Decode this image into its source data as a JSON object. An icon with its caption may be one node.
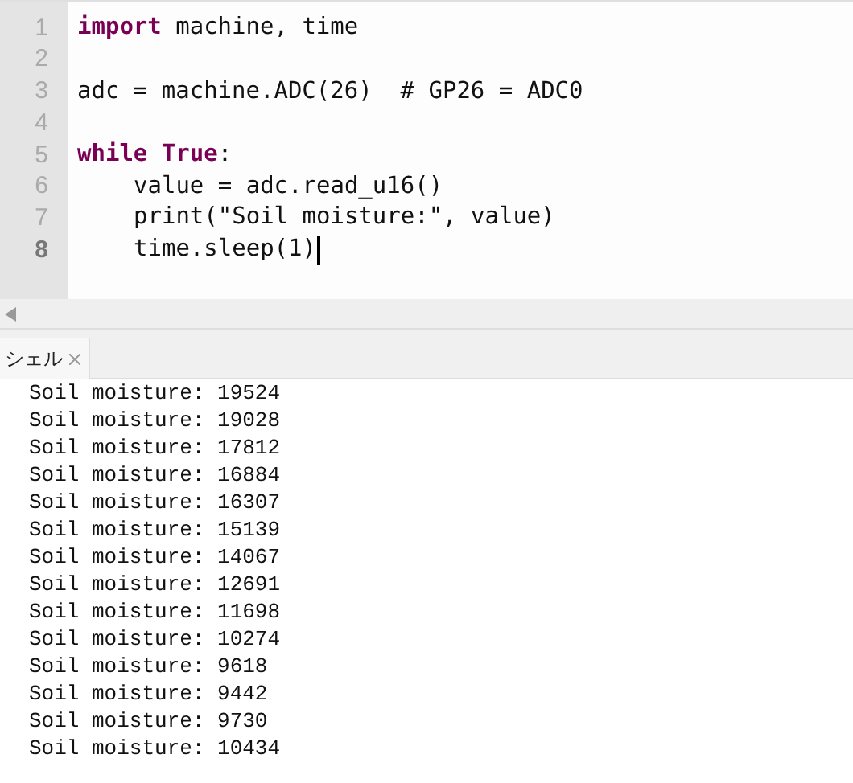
{
  "diagram": {
    "labels": [
      "1",
      "**import** machine, time",
      "2",
      "3",
      "adc = machine.ADC(26)  # GP26 = ADC0",
      "4",
      "5",
      "**while** **True**:",
      "6",
      "value = adc.read_u16()",
      "7",
      "print(\"Soil moisture:\", value)",
      "8",
      "time.sleep(1)",
      "シェル",
      "Soil moisture: 19524",
      "Soil moisture: 19028",
      "Soil moisture: 17812",
      "Soil moisture: 16884",
      "Soil moisture: 16307",
      "Soil moisture: 15139",
      "Soil moisture: 14067",
      "Soil moisture: 12691",
      "Soil moisture: 11698",
      "Soil moisture: 10274",
      "Soil moisture: 9618",
      "Soil moisture: 9442",
      "Soil moisture: 9730",
      "Soil moisture: 10434"
    ]
  }
}
